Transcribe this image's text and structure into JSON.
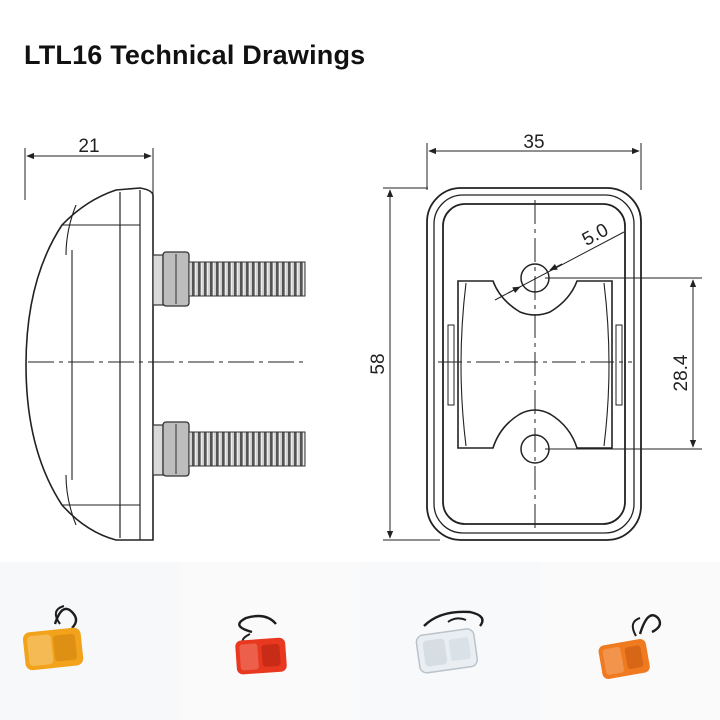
{
  "title": "LTL16 Technical Drawings",
  "dimensions": {
    "side_depth": "21",
    "front_width": "35",
    "front_height": "58",
    "hole_diameter": "5.0",
    "hole_spacing": "28.4"
  },
  "product_photos": [
    {
      "name": "amber-lamp-photo",
      "lens_color": "#f2a31b"
    },
    {
      "name": "red-lamp-photo",
      "lens_color": "#e8381f"
    },
    {
      "name": "clear-lamp-photo",
      "lens_color": "#e9eef2"
    },
    {
      "name": "orange-lamp-photo",
      "lens_color": "#f07a20"
    }
  ]
}
